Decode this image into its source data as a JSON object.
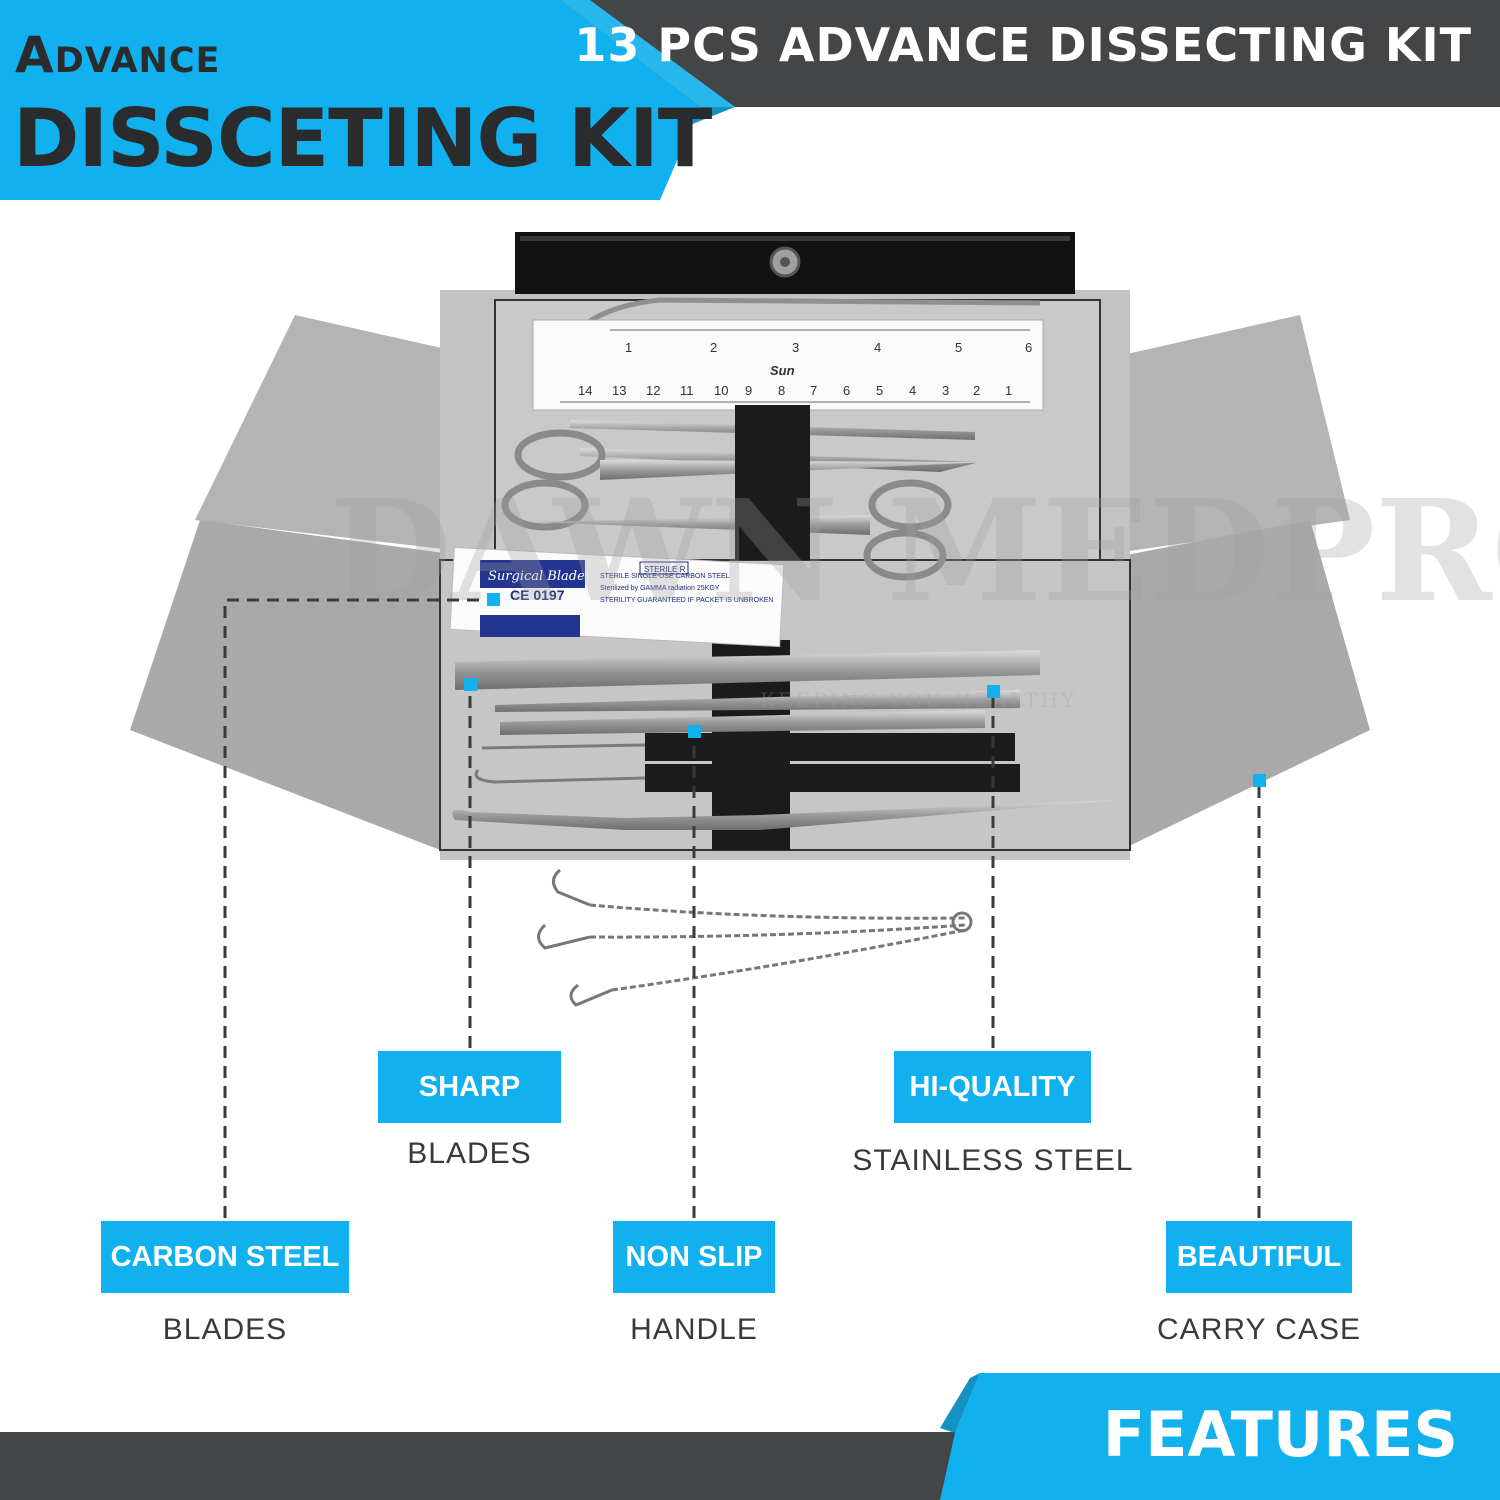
{
  "header": {
    "title_small": "Advance",
    "title_large": "DISSCETING KIT",
    "right_title": "13 PCS ADVANCE DISSECTING KIT"
  },
  "product": {
    "ruler_brand": "Sun",
    "ruler_top_numbers": [
      "1",
      "2",
      "3",
      "4",
      "5",
      "6"
    ],
    "ruler_bottom_numbers": [
      "14",
      "13",
      "12",
      "11",
      "10",
      "9",
      "8",
      "7",
      "6",
      "5",
      "4",
      "3",
      "2",
      "1"
    ],
    "blade_pack_line1": "Surgical Blades",
    "blade_pack_ce": "CE 0197",
    "blade_pack_line2": "STERILE SINGLE-USE CARBON STEEL",
    "blade_pack_line3": "Sterilized by GAMMA radiation 25KGY",
    "blade_pack_line4": "STERILITY GUARANTEED IF PACKET IS UNBROKEN",
    "blade_pack_sterile": "STERILE R",
    "watermark_main": "DAWN MEDPROMED",
    "watermark_sub": "KEEPING YOU HEALTHY"
  },
  "features": [
    {
      "label": "CARBON STEEL",
      "sub": "BLADES"
    },
    {
      "label": "SHARP",
      "sub": "BLADES"
    },
    {
      "label": "NON SLIP",
      "sub": "HANDLE"
    },
    {
      "label": "HI-QUALITY",
      "sub": "STAINLESS STEEL"
    },
    {
      "label": "BEAUTIFUL",
      "sub": "CARRY CASE"
    }
  ],
  "footer": {
    "label": "FEATURES"
  },
  "colors": {
    "accent": "#10b1ee",
    "dark": "#444547",
    "text": "#2a2b2d"
  }
}
